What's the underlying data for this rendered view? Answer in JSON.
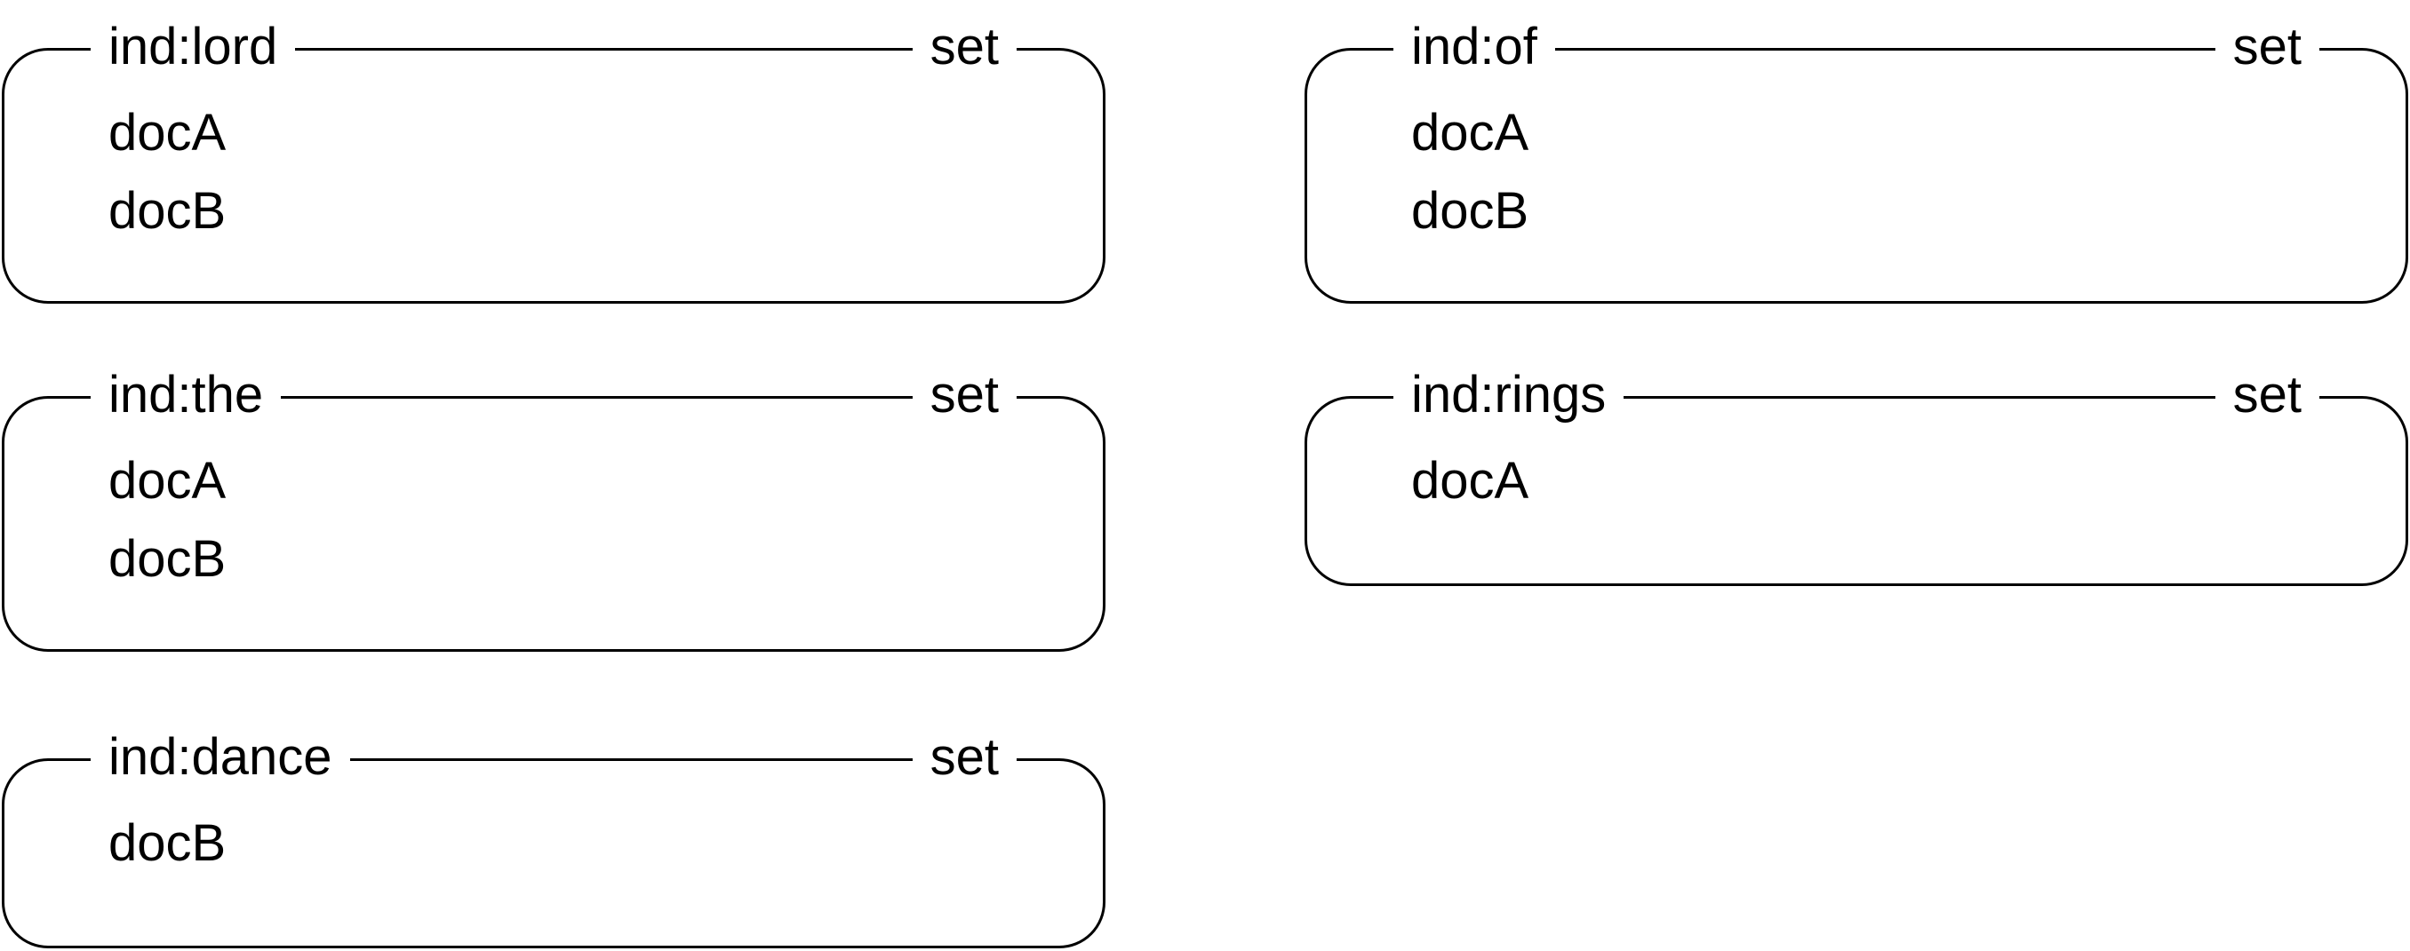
{
  "sets": [
    {
      "title": "ind:lord",
      "kind": "set",
      "items": [
        "docA",
        "docB"
      ]
    },
    {
      "title": "ind:of",
      "kind": "set",
      "items": [
        "docA",
        "docB"
      ]
    },
    {
      "title": "ind:the",
      "kind": "set",
      "items": [
        "docA",
        "docB"
      ]
    },
    {
      "title": "ind:rings",
      "kind": "set",
      "items": [
        "docA"
      ]
    },
    {
      "title": "ind:dance",
      "kind": "set",
      "items": [
        "docB"
      ]
    }
  ]
}
